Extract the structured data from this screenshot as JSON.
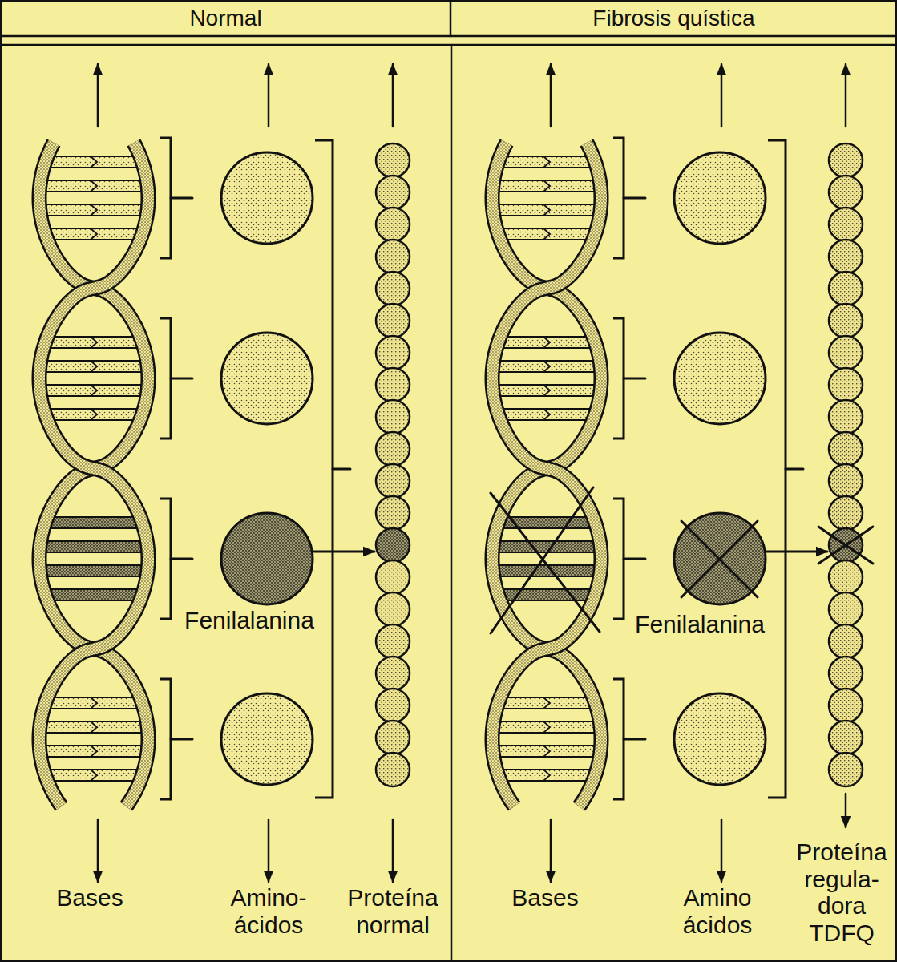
{
  "diagram": {
    "nodes": [
      {
        "text": [
          "Normal"
        ]
      },
      {
        "text": [
          "Fibrosis quística"
        ]
      }
    ],
    "labels": [
      "Fenilalanina",
      "Bases",
      "Amino- ácidos",
      "Proteína normal",
      "Fenilalanina",
      "Bases",
      "Amino ácidos",
      "Proteína regula- dora TDFQ"
    ]
  }
}
